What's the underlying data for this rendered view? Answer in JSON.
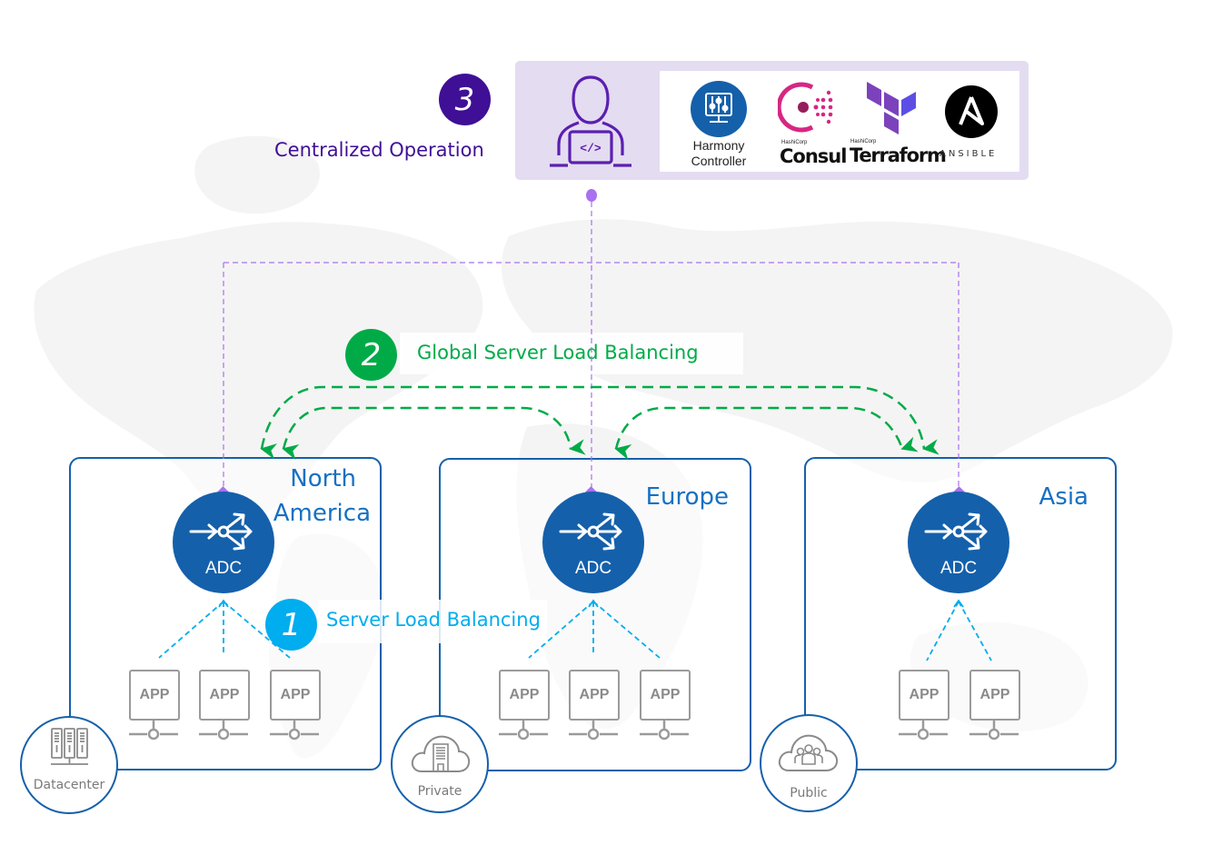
{
  "colors": {
    "purple_dark": "#3f0f96",
    "purple_accent": "#a970f0",
    "purple_panel": "#e4dcf0",
    "green": "#00ab47",
    "cyan": "#00adef",
    "blue_region": "#1560ab",
    "blue_title": "#1670c2",
    "gray_app": "#9a9a9a"
  },
  "steps": [
    {
      "number": "1",
      "label": "Server Load Balancing",
      "color": "#00adef"
    },
    {
      "number": "2",
      "label": "Global Server Load Balancing",
      "color": "#00ab47"
    },
    {
      "number": "3",
      "label": "Centralized Operation",
      "color": "#3f0f96"
    }
  ],
  "operations": {
    "operator_icon": "developer-at-laptop-icon",
    "code_glyph": "</>",
    "tools": [
      {
        "name": "Harmony Controller",
        "line1": "Harmony",
        "line2": "Controller",
        "icon": "harmony-controller-icon"
      },
      {
        "name": "Consul",
        "vendor": "HashiCorp",
        "label": "Consul",
        "icon": "consul-logo-icon"
      },
      {
        "name": "Terraform",
        "vendor": "HashiCorp",
        "label": "Terraform",
        "icon": "terraform-logo-icon"
      },
      {
        "name": "Ansible",
        "label": "ANSIBLE",
        "icon": "ansible-logo-icon"
      }
    ]
  },
  "regions": [
    {
      "title_line1": "North",
      "title_line2": "America",
      "adc_label": "ADC",
      "apps": [
        "APP",
        "APP",
        "APP"
      ],
      "environment": "Datacenter",
      "env_icon": "server-rack-icon"
    },
    {
      "title_line1": "Europe",
      "adc_label": "ADC",
      "apps": [
        "APP",
        "APP",
        "APP"
      ],
      "environment": "Private",
      "env_icon": "private-cloud-building-icon"
    },
    {
      "title_line1": "Asia",
      "adc_label": "ADC",
      "apps": [
        "APP",
        "APP"
      ],
      "environment": "Public",
      "env_icon": "public-cloud-users-icon"
    }
  ]
}
